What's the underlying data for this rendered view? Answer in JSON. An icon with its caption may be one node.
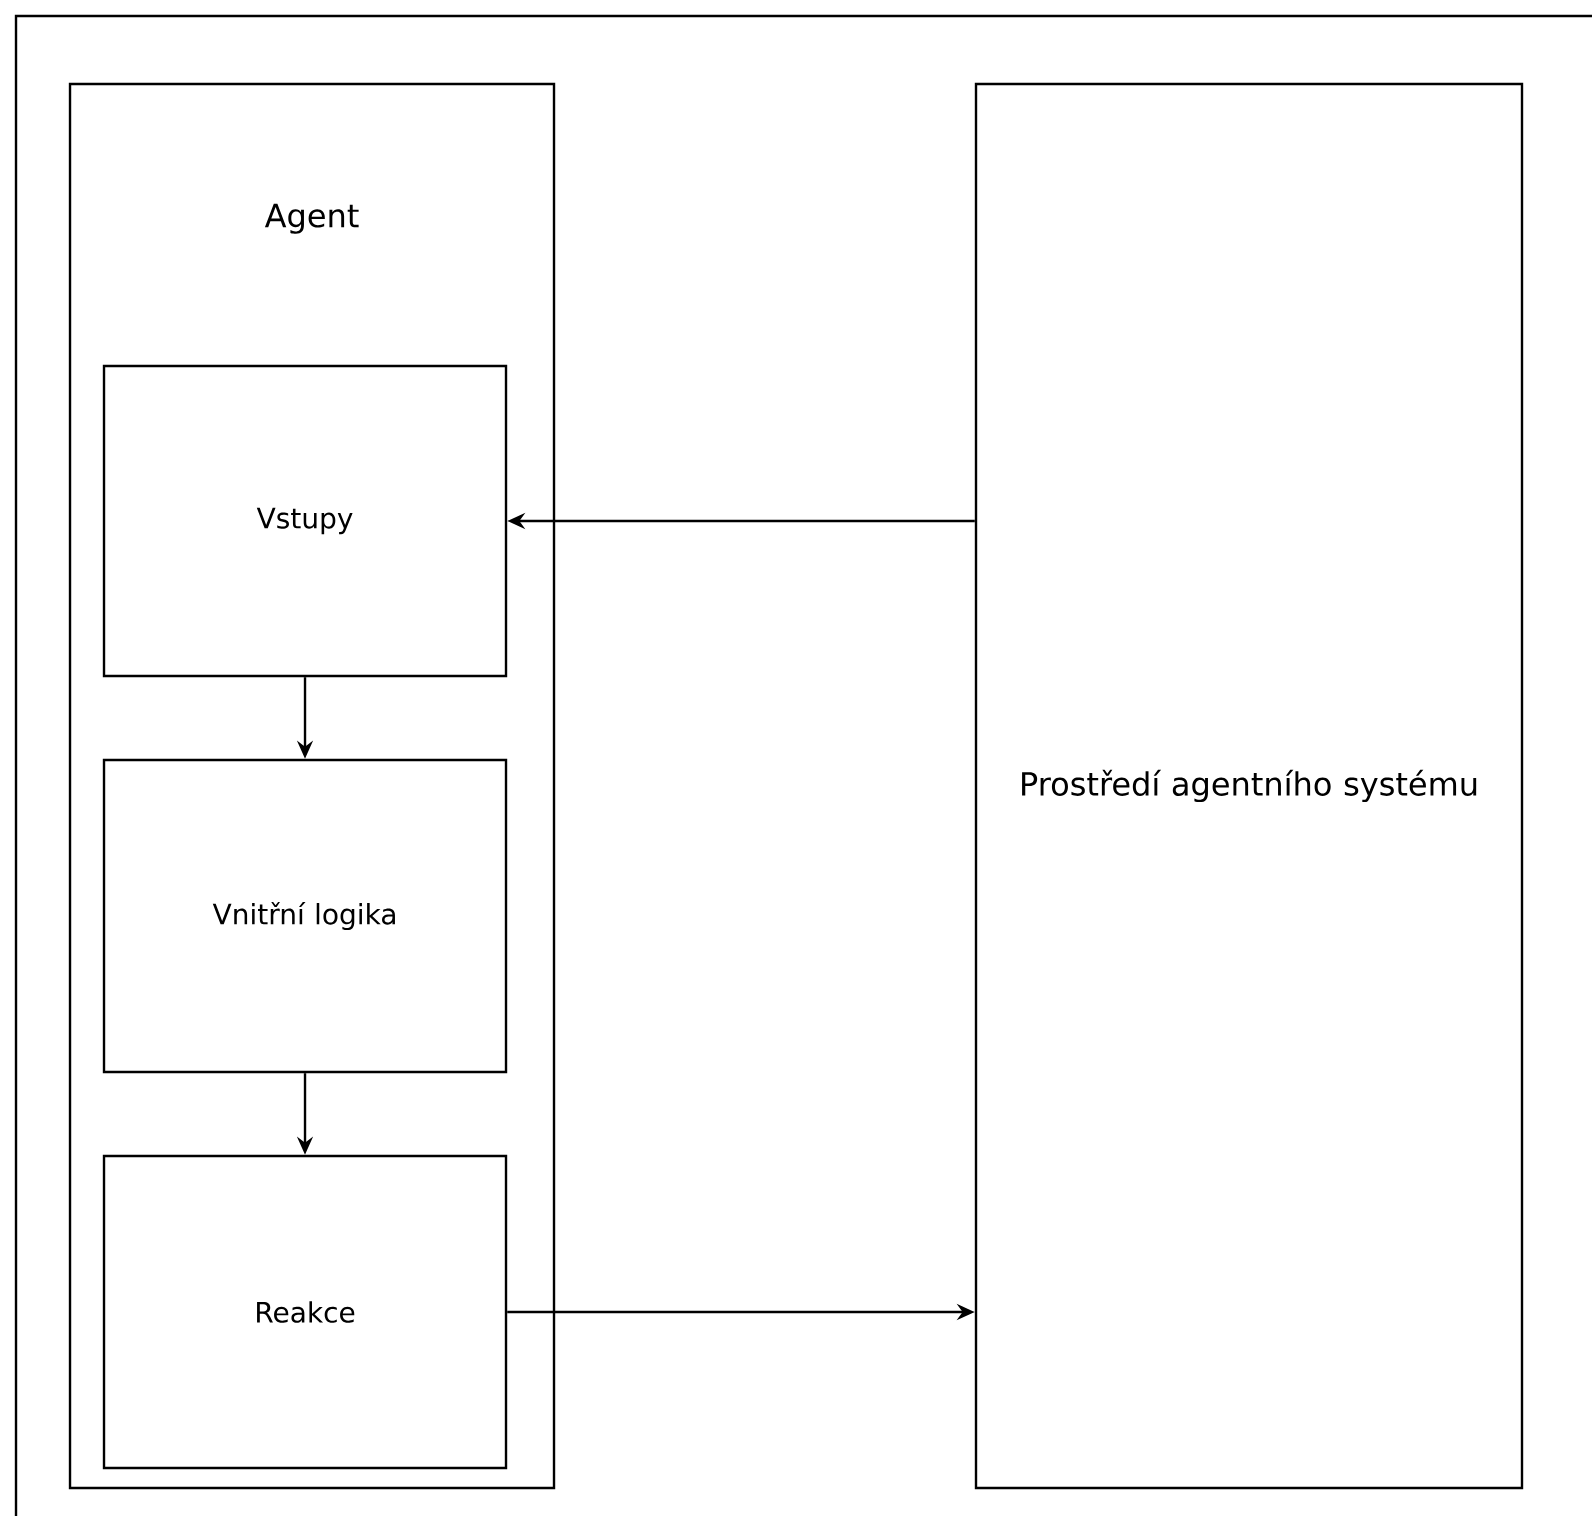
{
  "diagram": {
    "nodes": [
      {
        "text": [
          "Agent"
        ]
      },
      {
        "text": [
          "Vstupy"
        ],
        "in": 0
      },
      {
        "text": [
          "Vnitřní logika"
        ],
        "in": 0
      },
      {
        "text": [
          "Reakce"
        ],
        "in": 0
      },
      {
        "text": [
          "Prostředí agentního systému"
        ]
      }
    ],
    "edges": [
      {
        "from": 4,
        "to": 1,
        "arrow": "to"
      },
      {
        "from": 1,
        "to": 2,
        "arrow": "to"
      },
      {
        "from": 2,
        "to": 3,
        "arrow": "to"
      },
      {
        "from": 3,
        "to": 4,
        "arrow": "to"
      }
    ]
  }
}
